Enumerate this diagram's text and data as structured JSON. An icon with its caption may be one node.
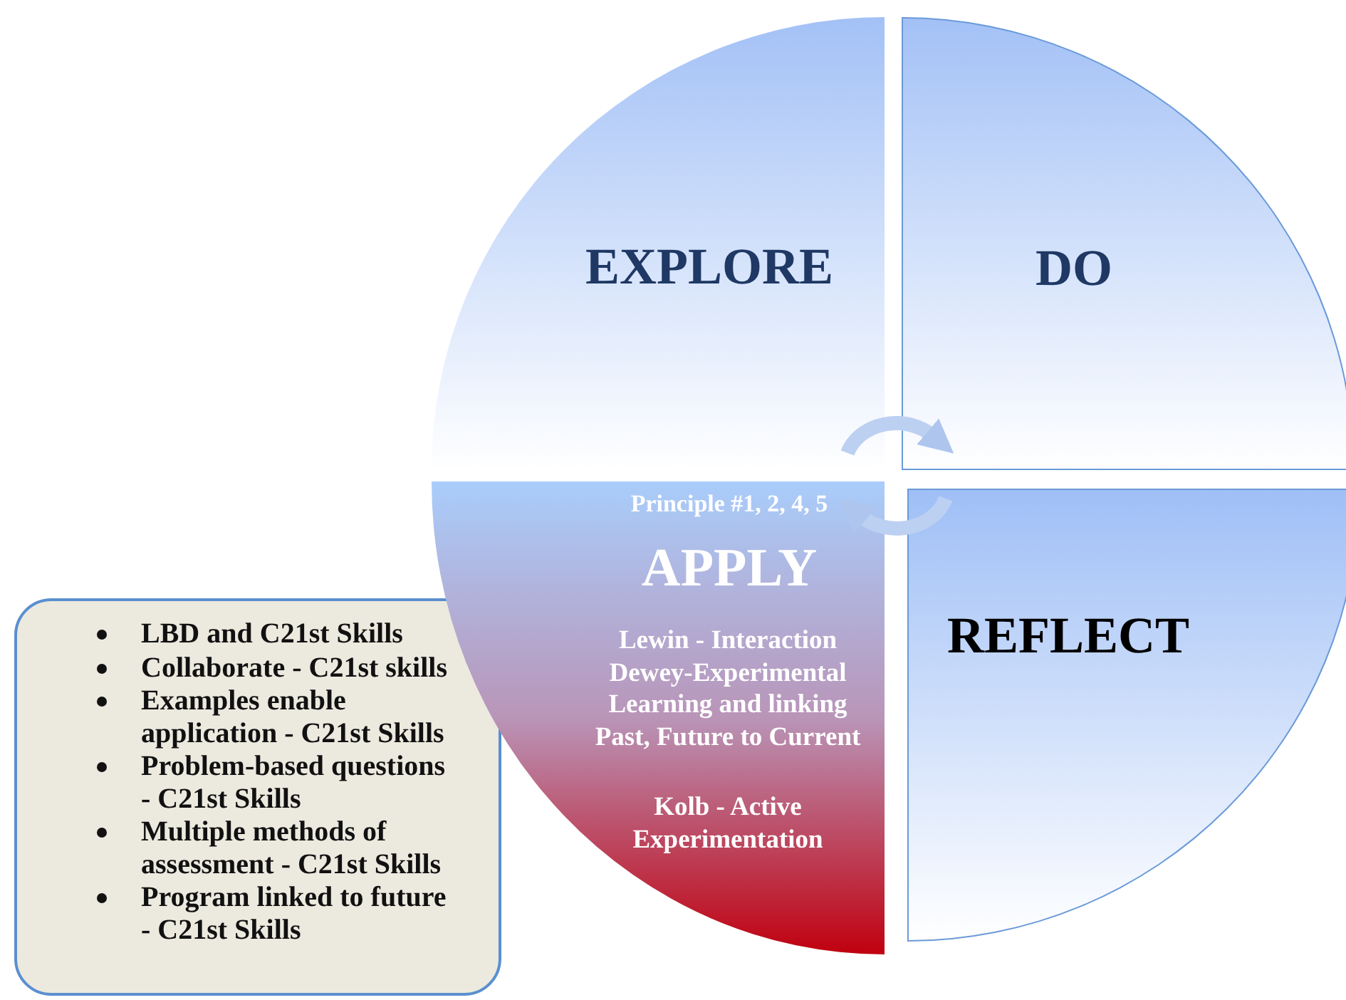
{
  "diagram": {
    "nodes": [
      {
        "text": [
          "EXPLORE"
        ]
      },
      {
        "text": [
          "DO"
        ]
      },
      {
        "text": [
          "Principle #1, 2, 4, 5",
          "APPLY",
          "Lewin - Interaction Dewey-Experimental Learning and linking Past, Future to Current",
          "Kolb - Active Experimentation"
        ]
      },
      {
        "text": [
          "REFLECT"
        ]
      },
      {
        "text": [
          "LBD and C21st Skills",
          "Collaborate - C21st skills",
          "Examples enable application - C21st Skills",
          "Problem-based questions - C21st Skills",
          "Multiple methods of assessment - C21st Skills",
          "Program linked to future - C21st Skills"
        ]
      }
    ],
    "edges": [
      {
        "from": 0,
        "to": 1,
        "arrow": "to"
      },
      {
        "from": 3,
        "to": 2,
        "arrow": "to"
      }
    ]
  }
}
